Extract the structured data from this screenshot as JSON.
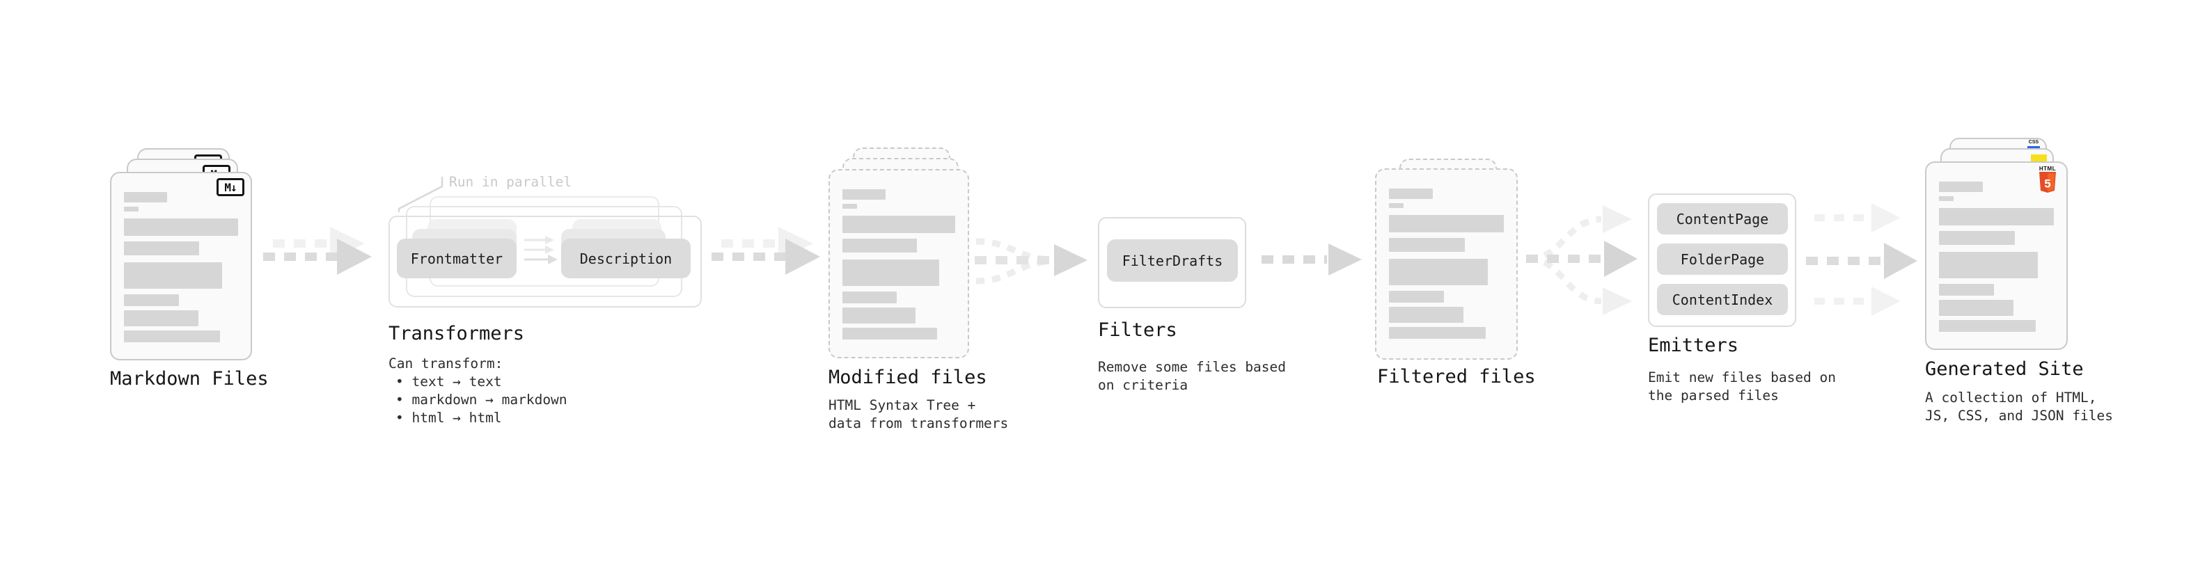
{
  "diagram": {
    "markdown_files": {
      "label": "Markdown Files",
      "badge": "M↓"
    },
    "transformers": {
      "label": "Transformers",
      "annotation": "Run in parallel",
      "pill_frontmatter": "Frontmatter",
      "pill_description": "Description",
      "caption_heading": "Can transform:",
      "bullet_1": "• text → text",
      "bullet_2": "• markdown → markdown",
      "bullet_3": "• html → html"
    },
    "modified_files": {
      "label": "Modified files",
      "caption_line_1": "HTML Syntax Tree +",
      "caption_line_2": "data from transformers"
    },
    "filters": {
      "label": "Filters",
      "pill_filterdrafts": "FilterDrafts",
      "caption_line_1": "Remove some files based",
      "caption_line_2": "on criteria"
    },
    "filtered_files": {
      "label": "Filtered files"
    },
    "emitters": {
      "label": "Emitters",
      "pill_contentpage": "ContentPage",
      "pill_folderpage": "FolderPage",
      "pill_contentindex": "ContentIndex",
      "caption_line_1": "Emit new files based on",
      "caption_line_2": "the parsed files"
    },
    "generated_site": {
      "label": "Generated Site",
      "caption_line_1": "A collection of HTML,",
      "caption_line_2": "JS, CSS, and JSON files",
      "html5_badge_text": "HTML",
      "html5_badge_number": "5",
      "css_badge_text": "CSS"
    }
  },
  "colors": {
    "html5_orange": "#e44d26",
    "html5_orange_light": "#f16529",
    "js_yellow": "#f7df1e",
    "css_blue": "#2b63f1",
    "arrow_gray": "#d7d7d7",
    "arrow_light": "#f1f1f1",
    "pill_gray": "#dcdcdc",
    "card_fill": "#fafafa",
    "annotation_gray": "#c9c9c9"
  }
}
